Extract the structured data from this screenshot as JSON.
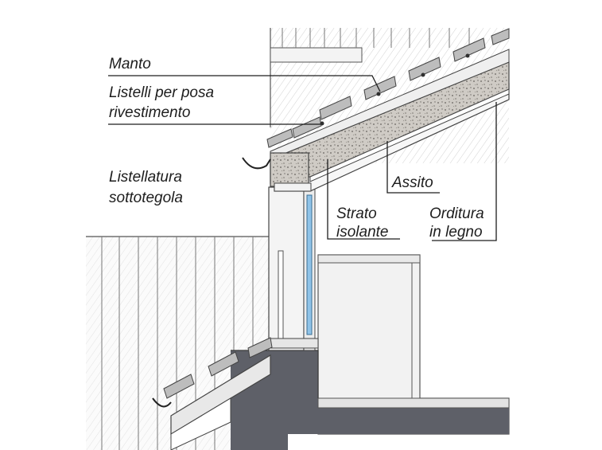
{
  "labels": {
    "manto": "Manto",
    "listelli_1": "Listelli per posa",
    "listelli_2": "rivestimento",
    "listellatura_1": "Listellatura",
    "listellatura_2": "sottotegola",
    "assito": "Assito",
    "strato_1": "Strato",
    "strato_2": "isolante",
    "orditura_1": "Orditura",
    "orditura_2": "in legno"
  },
  "colors": {
    "ink": "#1d1d1d",
    "concrete": "#5e6068",
    "glass": "#8fc3e8",
    "insulation": "#c9c6c0"
  }
}
